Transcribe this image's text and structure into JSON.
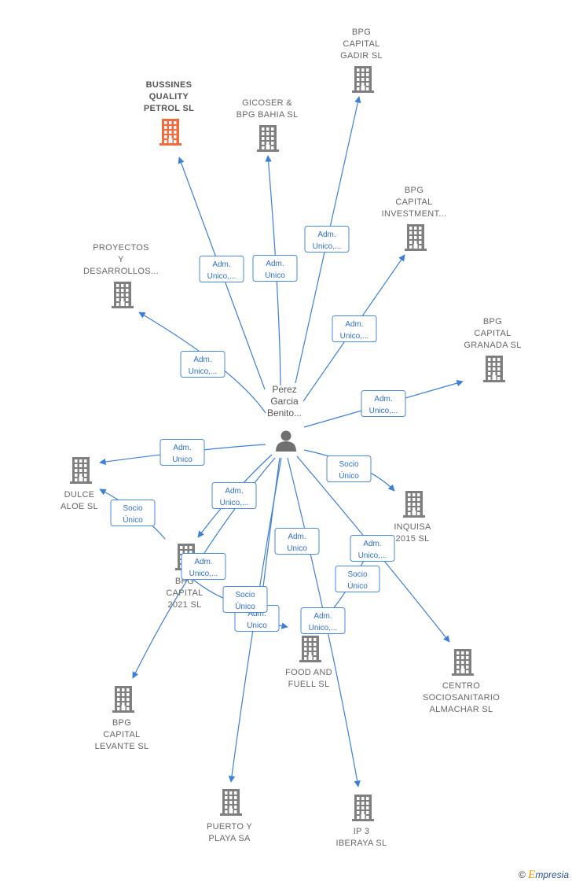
{
  "colors": {
    "edge": "#3d7fd6",
    "building": "#7f7f7f",
    "building_highlight": "#f26a3d",
    "person": "#707070",
    "label_text": "#666666"
  },
  "person": {
    "name": [
      "Perez",
      "Garcia",
      "Benito..."
    ],
    "icon": "person-icon"
  },
  "companies": [
    {
      "id": "bussines",
      "lines": [
        "BUSSINES",
        "QUALITY",
        "PETROL  SL"
      ],
      "highlight": true
    },
    {
      "id": "gicoser",
      "lines": [
        "GICOSER &",
        "BPG BAHIA  SL"
      ]
    },
    {
      "id": "cadir",
      "lines": [
        "BPG",
        "CAPITAL",
        "GADIR  SL"
      ]
    },
    {
      "id": "investment",
      "lines": [
        "BPG",
        "CAPITAL",
        "INVESTMENT..."
      ]
    },
    {
      "id": "proyectos",
      "lines": [
        "PROYECTOS",
        "Y",
        "DESARROLLOS..."
      ]
    },
    {
      "id": "granada",
      "lines": [
        "BPG",
        "CAPITAL",
        "GRANADA  SL"
      ]
    },
    {
      "id": "dulce",
      "lines": [
        "DULCE",
        "ALOE  SL"
      ]
    },
    {
      "id": "inquisa",
      "lines": [
        "INQUISA",
        "2015  SL"
      ]
    },
    {
      "id": "capital2021",
      "lines": [
        "BPG",
        "CAPITAL",
        "2021  SL"
      ]
    },
    {
      "id": "foodfuell",
      "lines": [
        "FOOD AND",
        "FUELL  SL"
      ]
    },
    {
      "id": "centro",
      "lines": [
        "CENTRO",
        "SOCIOSANITARIO",
        "ALMACHAR  SL"
      ]
    },
    {
      "id": "levante",
      "lines": [
        "BPG",
        "CAPITAL",
        "LEVANTE  SL"
      ]
    },
    {
      "id": "puerto",
      "lines": [
        "PUERTO Y",
        "PLAYA SA"
      ]
    },
    {
      "id": "iberaya",
      "lines": [
        "IP 3",
        "IBERAYA  SL"
      ]
    }
  ],
  "edges": [
    {
      "to": "bussines",
      "label": [
        "Adm.",
        "Unico,..."
      ]
    },
    {
      "to": "gicoser",
      "label": [
        "Adm.",
        "Unico"
      ]
    },
    {
      "to": "cadir",
      "label": [
        "Adm.",
        "Unico,..."
      ]
    },
    {
      "to": "investment",
      "label": [
        "Adm.",
        "Unico,..."
      ]
    },
    {
      "to": "proyectos",
      "label": [
        "Adm.",
        "Unico,..."
      ]
    },
    {
      "to": "granada",
      "label": [
        "Adm.",
        "Unico,..."
      ]
    },
    {
      "to": "dulce",
      "label": [
        "Adm.",
        "Unico"
      ]
    },
    {
      "to": "inquisa",
      "label": [
        "Socio",
        "Único"
      ]
    },
    {
      "to": "capital2021",
      "label": [
        "Adm.",
        "Unico,..."
      ]
    },
    {
      "to": "centro",
      "label": [
        "Adm.",
        "Unico,..."
      ]
    },
    {
      "to": "levante",
      "label": [
        "Adm.",
        "Unico,..."
      ]
    },
    {
      "to": "foodfuell",
      "label": [
        "Adm.",
        "Unico"
      ]
    },
    {
      "to": "puerto",
      "label": [
        "Adm.",
        "Unico"
      ]
    },
    {
      "to": "iberaya",
      "label": [
        "Adm.",
        "Unico,..."
      ]
    },
    {
      "to": "foodfuell",
      "label": [
        "Socio",
        "Único"
      ],
      "from": "capital2021"
    },
    {
      "to": "dulce",
      "label": [
        "Socio",
        "Único"
      ],
      "from": "capital2021"
    },
    {
      "to": "foodfuell",
      "label": [
        "Socio",
        "Único"
      ],
      "from": "inquisa"
    },
    {
      "to": "foodfuell",
      "label": [
        "Adm.",
        "Unico,..."
      ],
      "from": "iberaya"
    }
  ],
  "watermark": {
    "symbol": "©",
    "brand_first": "E",
    "brand_rest": "mpresia"
  }
}
